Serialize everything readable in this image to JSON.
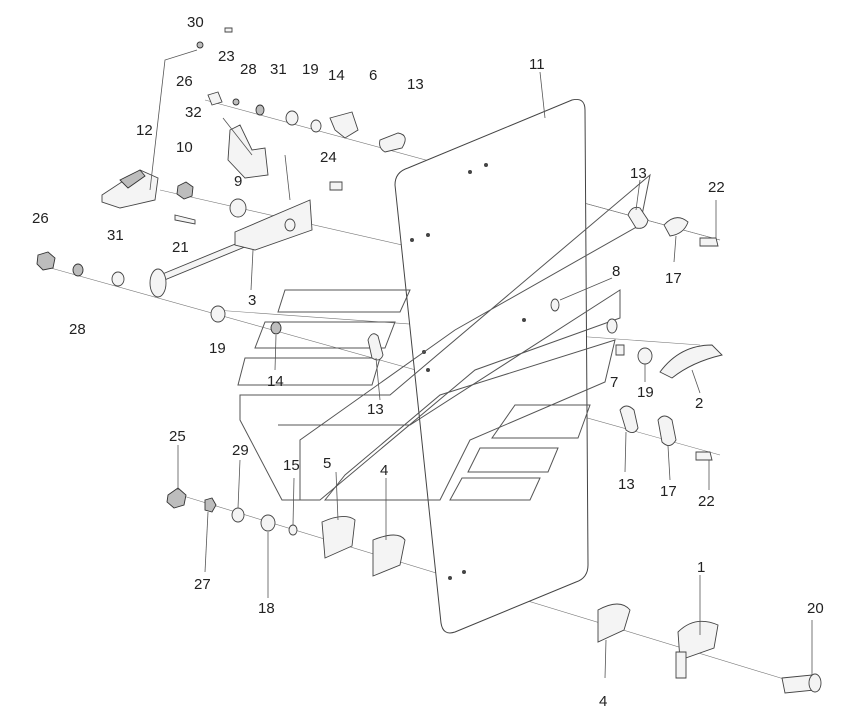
{
  "diagram": {
    "callouts": [
      {
        "id": "c30",
        "text": "30"
      },
      {
        "id": "c23",
        "text": "23"
      },
      {
        "id": "c26a",
        "text": "26"
      },
      {
        "id": "c28a",
        "text": "28"
      },
      {
        "id": "c31a",
        "text": "31"
      },
      {
        "id": "c19a",
        "text": "19"
      },
      {
        "id": "c14a",
        "text": "14"
      },
      {
        "id": "c6",
        "text": "6"
      },
      {
        "id": "c13a",
        "text": "13"
      },
      {
        "id": "c11",
        "text": "11"
      },
      {
        "id": "c32",
        "text": "32"
      },
      {
        "id": "c12",
        "text": "12"
      },
      {
        "id": "c10",
        "text": "10"
      },
      {
        "id": "c9",
        "text": "9"
      },
      {
        "id": "c24",
        "text": "24"
      },
      {
        "id": "c13b",
        "text": "13"
      },
      {
        "id": "c22a",
        "text": "22"
      },
      {
        "id": "c26b",
        "text": "26"
      },
      {
        "id": "c21",
        "text": "21"
      },
      {
        "id": "c31b",
        "text": "31"
      },
      {
        "id": "c17a",
        "text": "17"
      },
      {
        "id": "c8",
        "text": "8"
      },
      {
        "id": "c28b",
        "text": "28"
      },
      {
        "id": "c3",
        "text": "3"
      },
      {
        "id": "c19b",
        "text": "19"
      },
      {
        "id": "c14b",
        "text": "14"
      },
      {
        "id": "c7",
        "text": "7"
      },
      {
        "id": "c19c",
        "text": "19"
      },
      {
        "id": "c2",
        "text": "2"
      },
      {
        "id": "c13c",
        "text": "13"
      },
      {
        "id": "c25",
        "text": "25"
      },
      {
        "id": "c29",
        "text": "29"
      },
      {
        "id": "c15",
        "text": "15"
      },
      {
        "id": "c5",
        "text": "5"
      },
      {
        "id": "c4a",
        "text": "4"
      },
      {
        "id": "c13d",
        "text": "13"
      },
      {
        "id": "c17b",
        "text": "17"
      },
      {
        "id": "c22b",
        "text": "22"
      },
      {
        "id": "c27",
        "text": "27"
      },
      {
        "id": "c18",
        "text": "18"
      },
      {
        "id": "c1",
        "text": "1"
      },
      {
        "id": "c20",
        "text": "20"
      },
      {
        "id": "c4b",
        "text": "4"
      }
    ]
  }
}
